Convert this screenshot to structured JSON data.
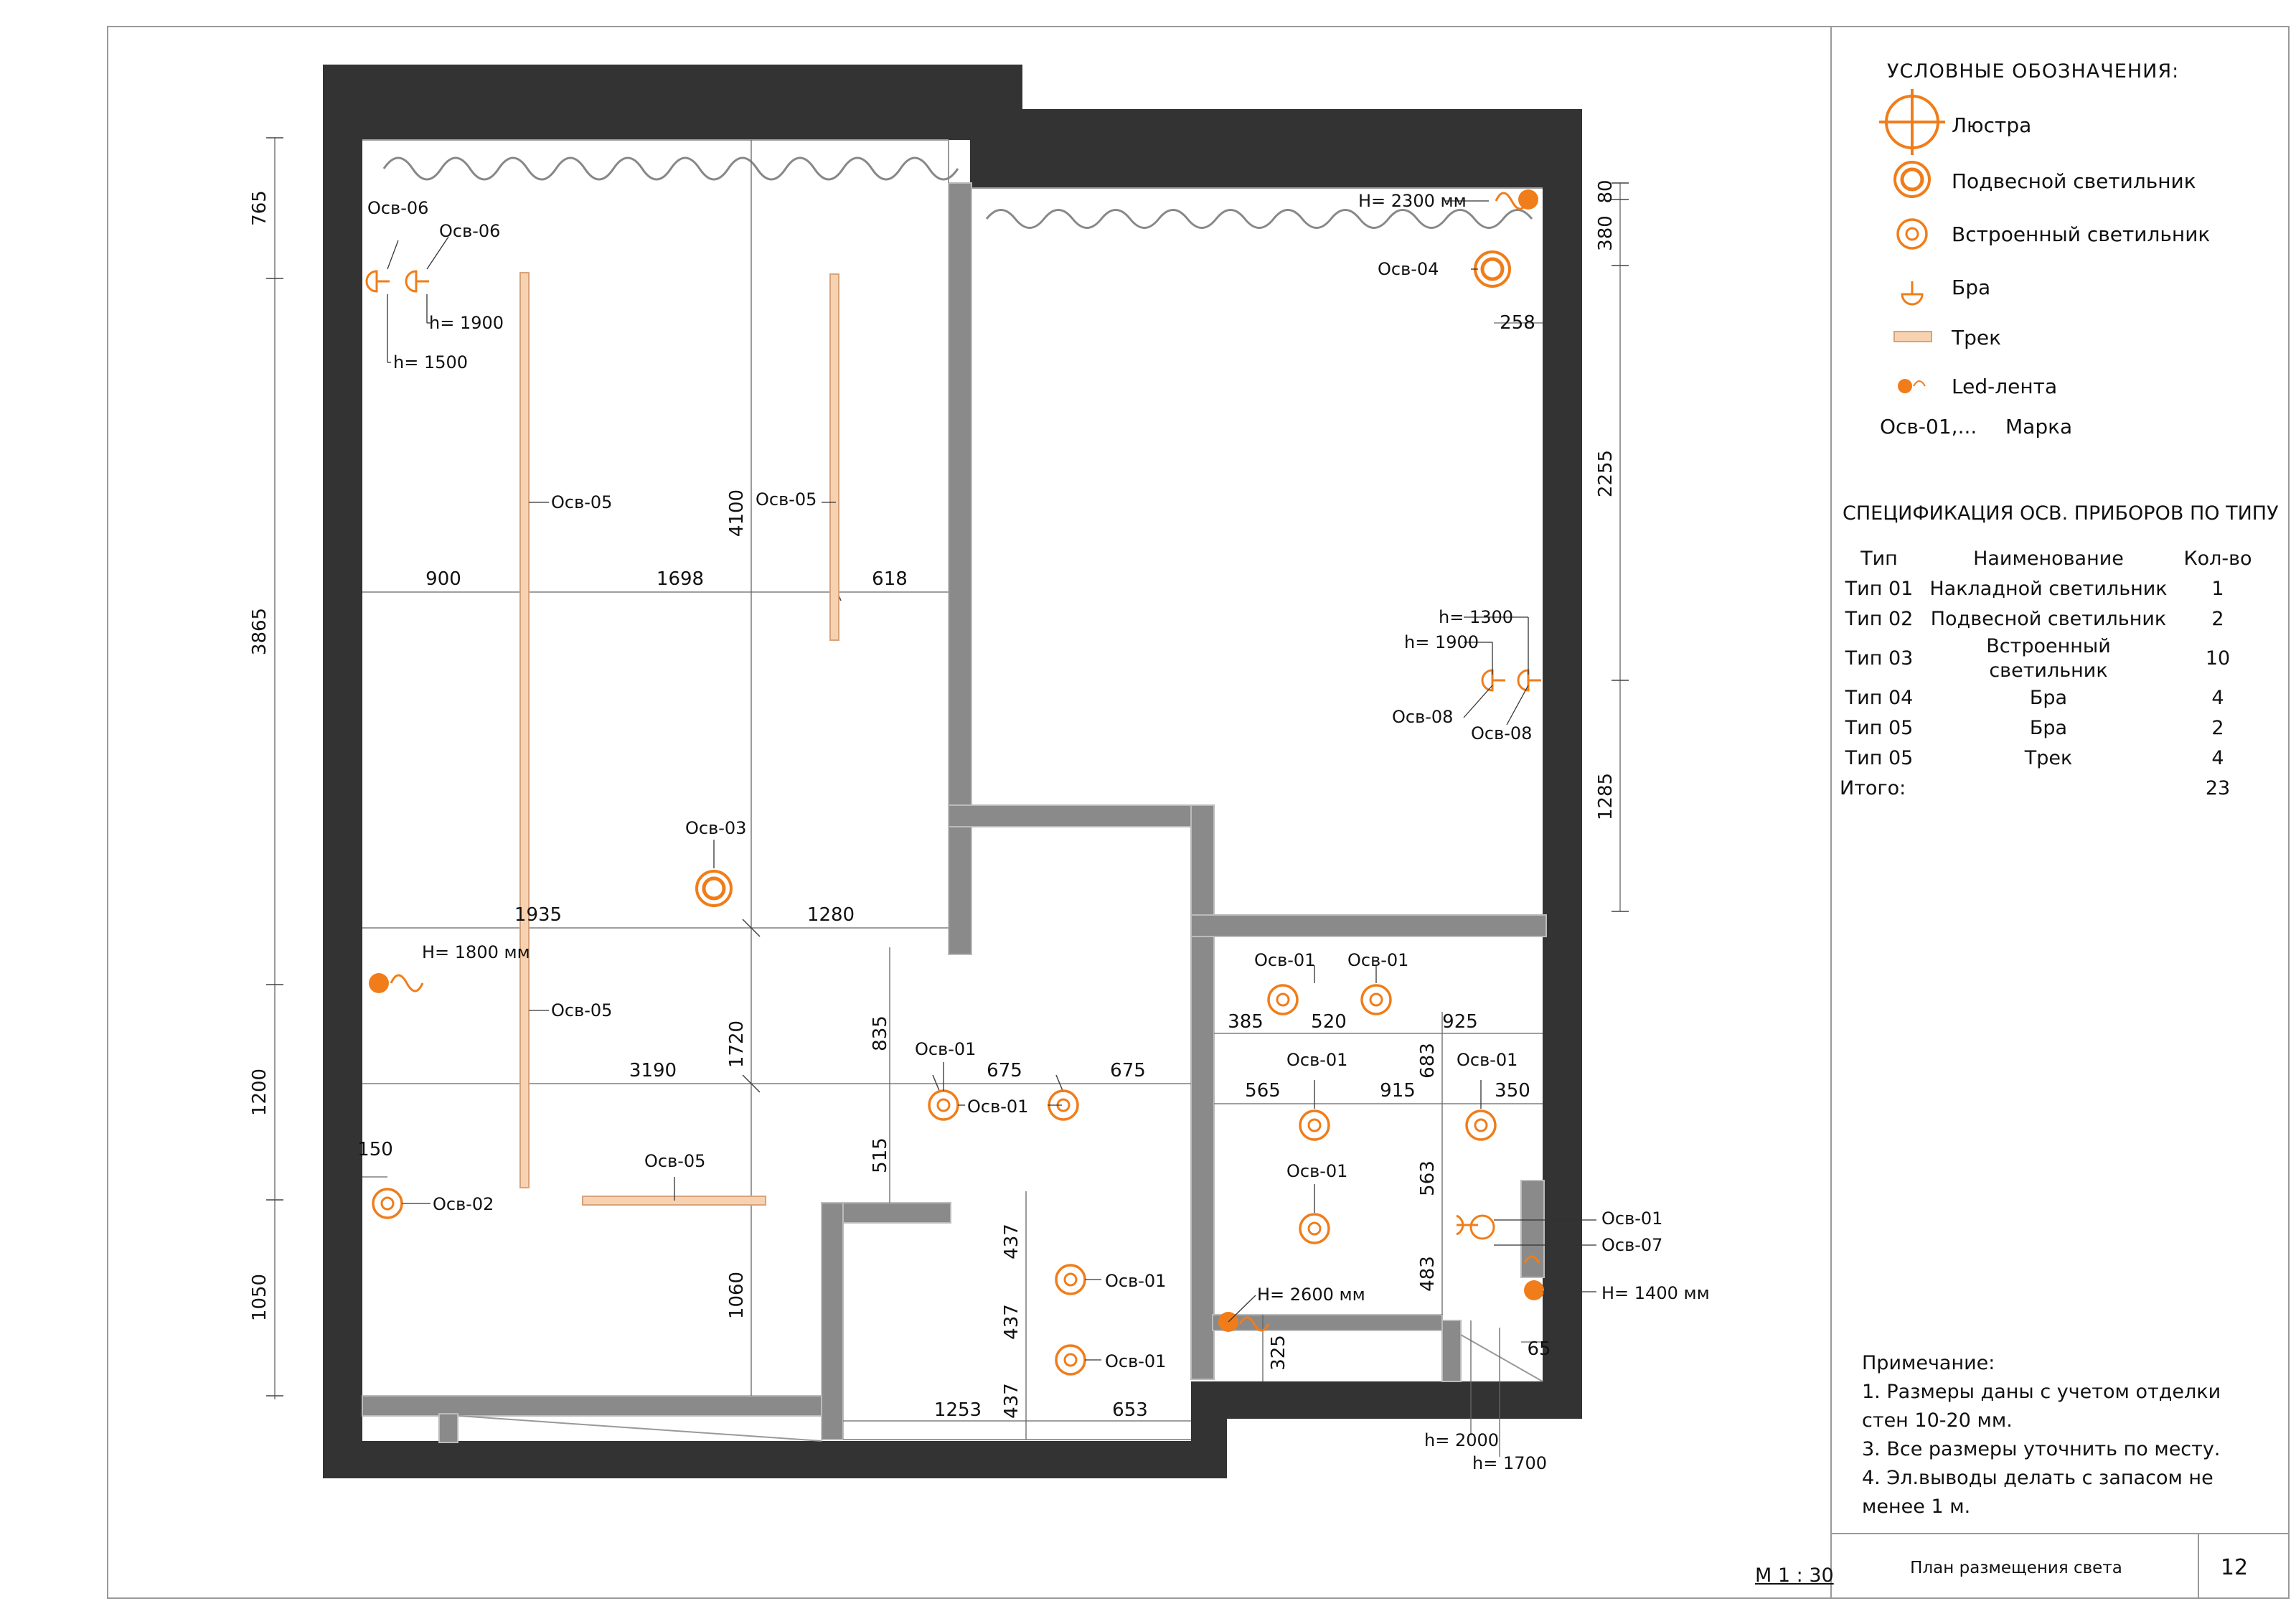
{
  "legend": {
    "title": "УСЛОВНЫЕ ОБОЗНАЧЕНИЯ:",
    "items": [
      {
        "icon": "chandelier-icon",
        "label": "Люстра"
      },
      {
        "icon": "pendant-lamp-icon",
        "label": "Подвесной светильник"
      },
      {
        "icon": "recessed-lamp-icon",
        "label": "Встроенный светильник"
      },
      {
        "icon": "sconce-icon",
        "label": "Бра"
      },
      {
        "icon": "track-icon",
        "label": "Трек"
      },
      {
        "icon": "led-strip-icon",
        "label": "Led-лента"
      }
    ],
    "mark_code": "Осв-01,...",
    "mark_label": "Марка"
  },
  "spec": {
    "title": "СПЕЦИФИКАЦИЯ ОСВ. ПРИБОРОВ ПО ТИПУ",
    "headers": [
      "Тип",
      "Наименование",
      "Кол-во"
    ],
    "rows": [
      [
        "Тип 01",
        "Накладной светильник",
        "1"
      ],
      [
        "Тип 02",
        "Подвесной светильник",
        "2"
      ],
      [
        "Тип 03",
        "Встроенный светильник",
        "10"
      ],
      [
        "Тип 04",
        "Бра",
        "4"
      ],
      [
        "Тип 05",
        "Бра",
        "2"
      ],
      [
        "Тип 05",
        "Трек",
        "4"
      ]
    ],
    "total_label": "Итого:",
    "total_value": "23"
  },
  "notes": {
    "title": "Примечание:",
    "lines": [
      "1. Размеры даны с учетом отделки стен 10-20 мм.",
      "3. Все размеры уточнить по месту.",
      "4. Эл.выводы делать с запасом не менее 1 м."
    ]
  },
  "stamp": {
    "title": "План размещения света",
    "page": "12",
    "scale": "М 1 : 30"
  },
  "colors": {
    "wall": "#333333",
    "partition": "#8a8a8a",
    "lamp": "#f07d1a",
    "track": "#f7d2b0"
  },
  "plan": {
    "dimensions": {
      "left_side": [
        "765",
        "3865",
        "1200",
        "1050"
      ],
      "right_side": [
        "80",
        "380",
        "2255",
        "1285"
      ],
      "row1": [
        "900",
        "1698",
        "618"
      ],
      "row2": [
        "1935",
        "1280"
      ],
      "row3": [
        "3190",
        "675",
        "675"
      ],
      "vertical_mid": [
        "4100",
        "1720",
        "1060"
      ],
      "left_corr": [
        "835",
        "515"
      ],
      "hall_vert": [
        "437",
        "437",
        "437"
      ],
      "hall_bottom": [
        "1253",
        "653"
      ],
      "left_150": "150",
      "bed_258": "258",
      "bath_row1": [
        "385",
        "520",
        "925"
      ],
      "bath_row2": [
        "565",
        "915",
        "350"
      ],
      "bath_vert": [
        "683",
        "563",
        "483",
        "325"
      ],
      "bath_65": "65"
    },
    "heights": {
      "h1900_left": "h= 1900",
      "h1500_left": "h= 1500",
      "H2300": "H= 2300 мм",
      "h1300": "h= 1300",
      "h1900_right": "h= 1900",
      "H1800": "H= 1800 мм",
      "H2600": "H= 2600 мм",
      "H1400": "H= 1400 мм",
      "h2000": "h= 2000",
      "h1700": "h= 1700"
    },
    "marks": {
      "osv01": "Осв-01",
      "osv02": "Осв-02",
      "osv03": "Осв-03",
      "osv04": "Осв-04",
      "osv05": "Осв-05",
      "osv06": "Осв-06",
      "osv07": "Осв-07",
      "osv08": "Осв-08"
    }
  }
}
